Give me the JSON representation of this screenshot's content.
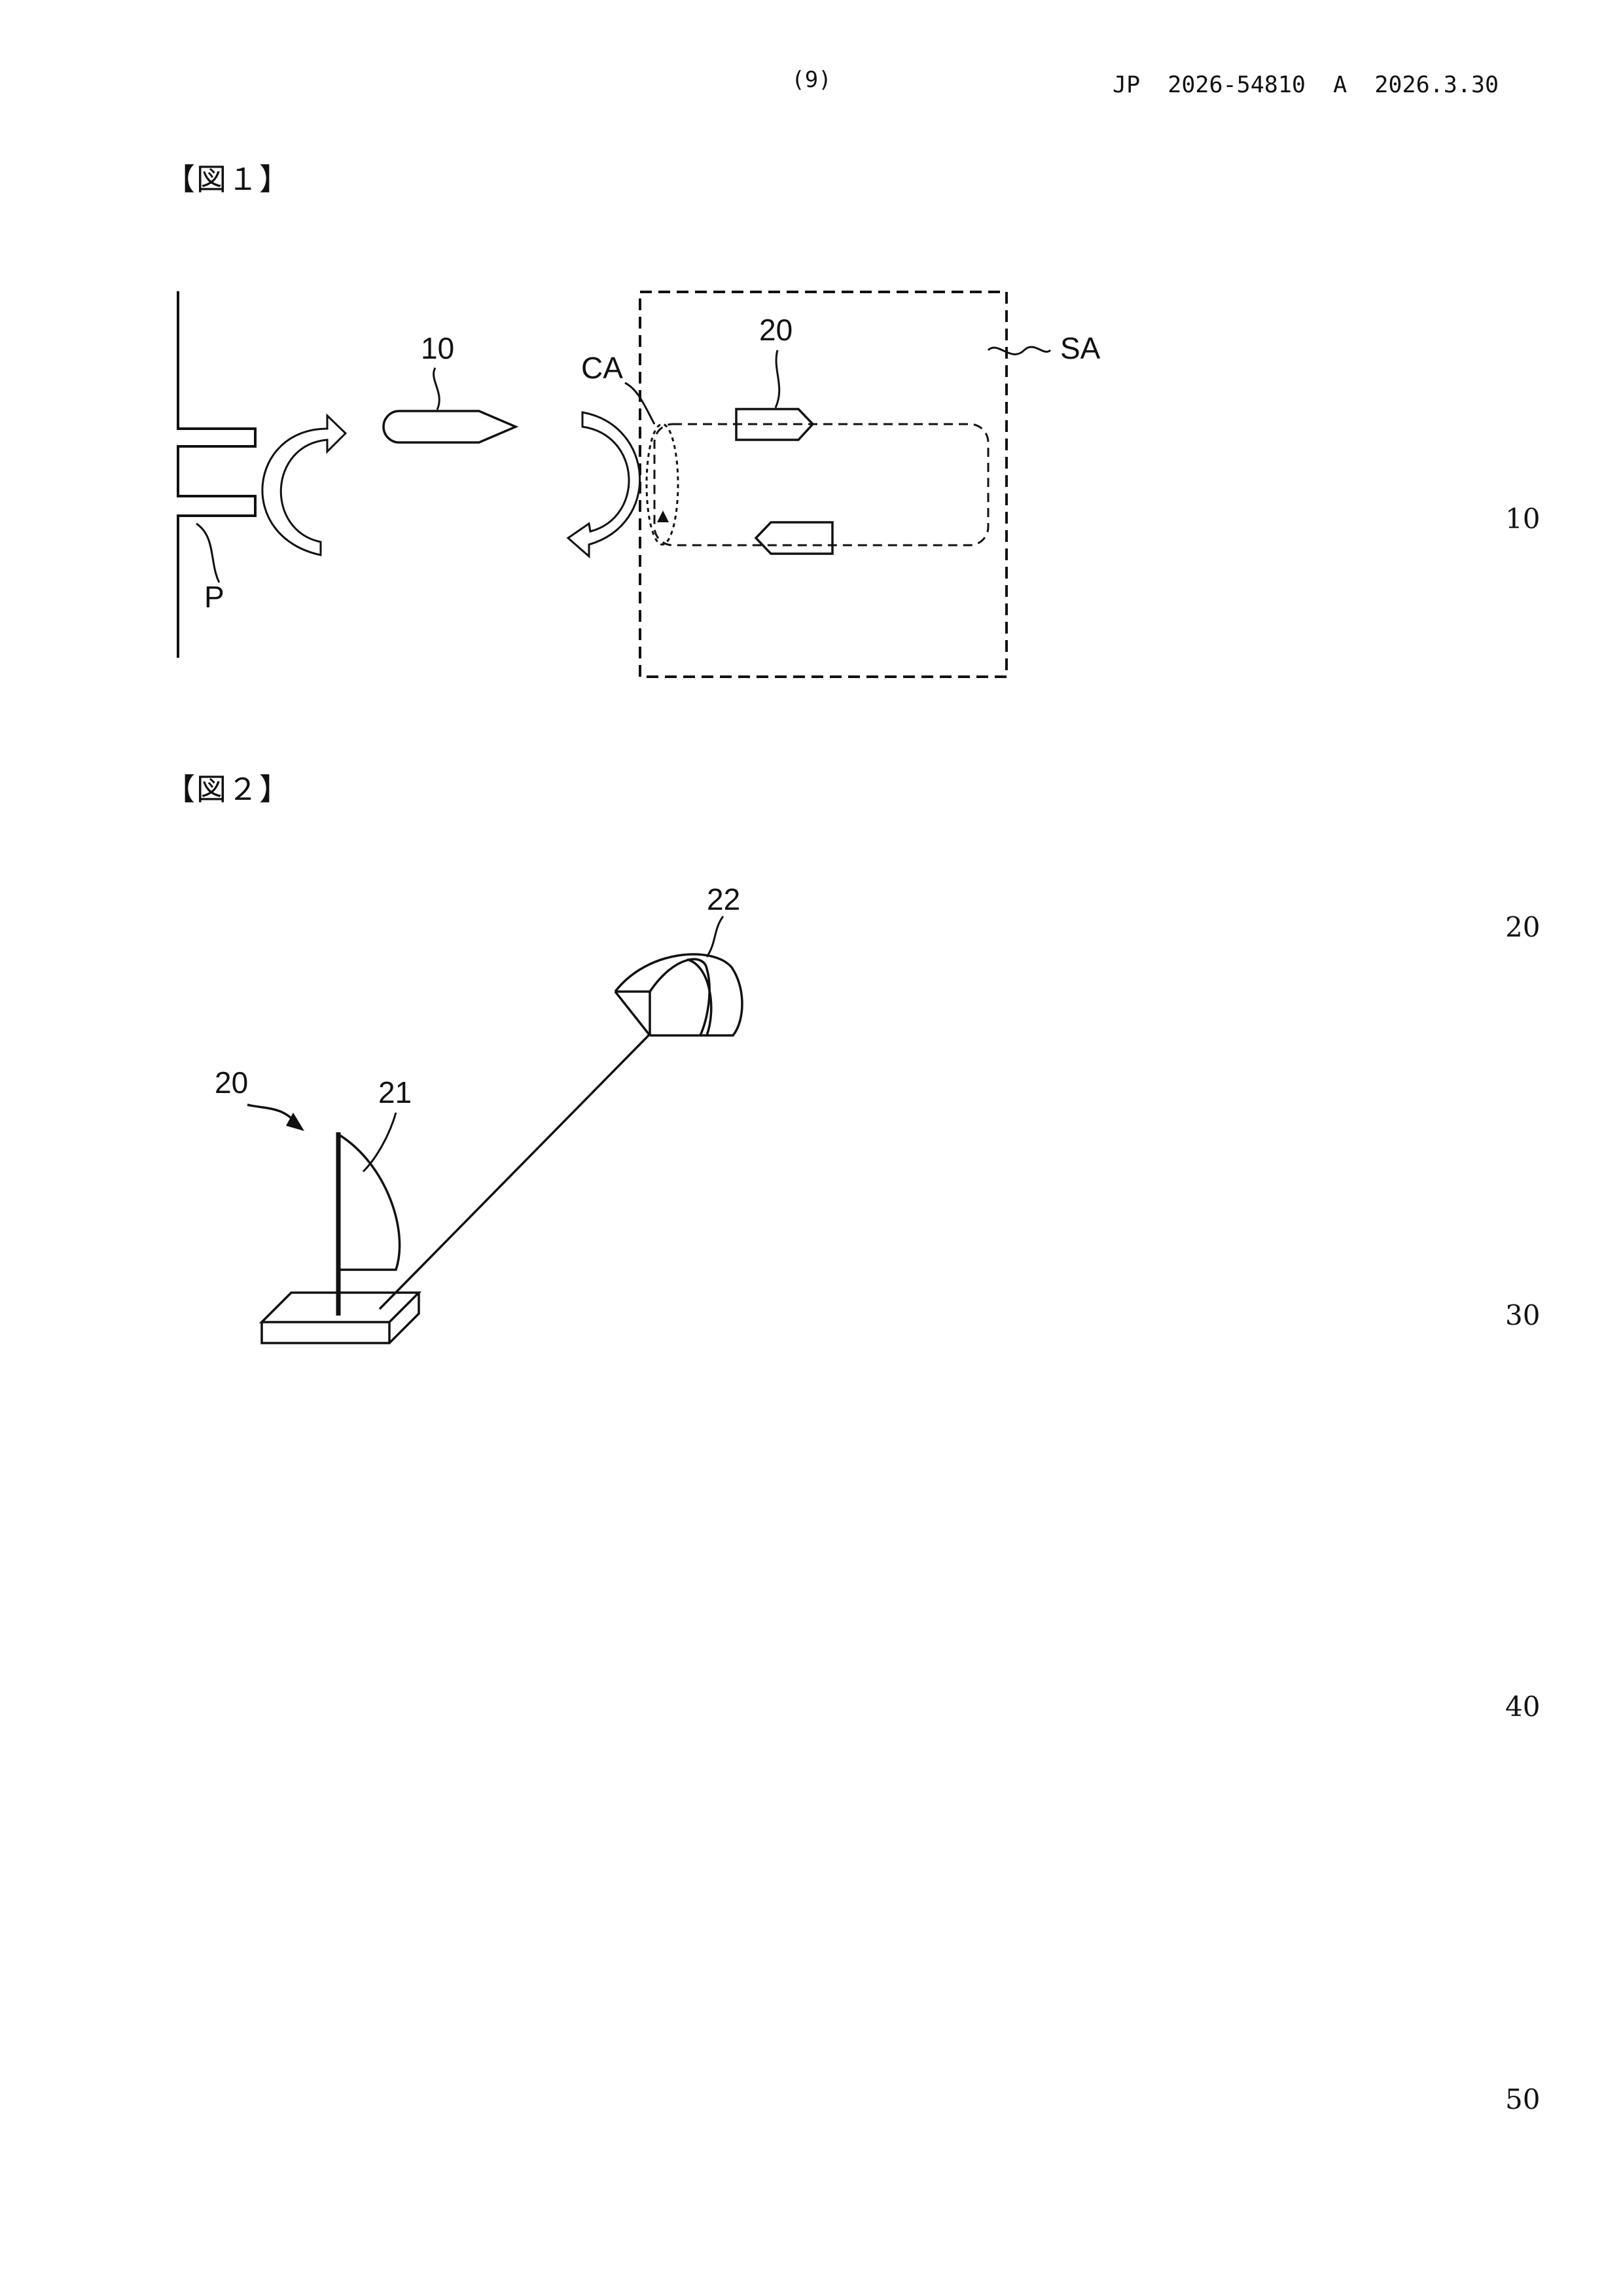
{
  "header": {
    "page_number": "(9)",
    "publication": "JP  2026-54810  A  2026.3.30"
  },
  "figures": [
    {
      "caption": "【図１】",
      "labels": {
        "vehicle": "10",
        "port": "P",
        "crossing": "CA",
        "device": "20",
        "area": "SA"
      }
    },
    {
      "caption": "【図２】",
      "labels": {
        "device": "20",
        "sail": "21",
        "kite": "22"
      }
    }
  ],
  "line_numbers": [
    "10",
    "20",
    "30",
    "40",
    "50"
  ]
}
